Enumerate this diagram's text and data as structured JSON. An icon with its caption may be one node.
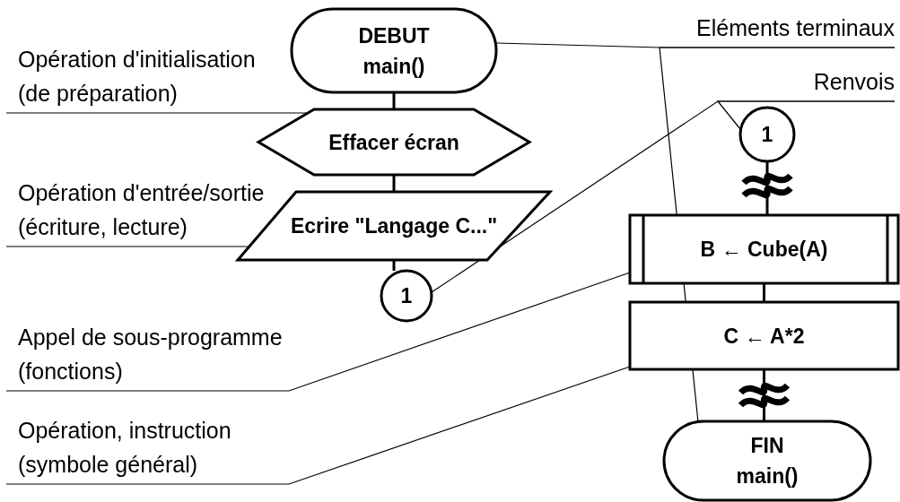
{
  "diagram": {
    "nodes": [
      {
        "text": [
          "DEBUT main()"
        ]
      },
      {
        "text": [
          "Effacer écran"
        ]
      },
      {
        "text": [
          "Ecrire \"Langage C...\""
        ]
      },
      {
        "text": [
          "1"
        ]
      },
      {
        "text": [
          "1"
        ]
      },
      {
        "text": [
          "B ← Cube(A)"
        ]
      },
      {
        "text": [
          "C ← A*2"
        ]
      },
      {
        "text": [
          "FIN main()"
        ]
      },
      {
        "text": [
          "Opération d'initialisation (de préparation)"
        ]
      },
      {
        "text": [
          "Opération d'entrée/sortie (écriture, lecture)"
        ]
      },
      {
        "text": [
          "Appel de sous-programme (fonctions)"
        ]
      },
      {
        "text": [
          "Opération, instruction (symbole général)"
        ]
      },
      {
        "text": [
          "Eléments terminaux"
        ]
      },
      {
        "text": [
          "Renvois"
        ]
      }
    ],
    "edges": [
      {
        "from": 0,
        "to": 1,
        "arrow": "none",
        "style": "thick"
      },
      {
        "from": 1,
        "to": 2,
        "arrow": "none",
        "style": "thick"
      },
      {
        "from": 2,
        "to": 3,
        "arrow": "none",
        "style": "thick"
      },
      {
        "from": 4,
        "to": 5,
        "arrow": "none",
        "style": "thick"
      },
      {
        "from": 5,
        "to": 6,
        "arrow": "none",
        "style": "thick"
      },
      {
        "from": 6,
        "to": 7,
        "arrow": "none",
        "style": "thick"
      },
      {
        "from": 8,
        "to": 1,
        "arrow": "none"
      },
      {
        "from": 9,
        "to": 2,
        "arrow": "none"
      },
      {
        "from": 10,
        "to": 5,
        "arrow": "none"
      },
      {
        "from": 11,
        "to": 6,
        "arrow": "none"
      },
      {
        "from": 12,
        "to": 0,
        "arrow": "none"
      },
      {
        "from": 12,
        "to": 7,
        "arrow": "none"
      },
      {
        "from": 13,
        "to": 4,
        "arrow": "none"
      },
      {
        "from": 13,
        "to": 3,
        "arrow": "none"
      }
    ]
  }
}
